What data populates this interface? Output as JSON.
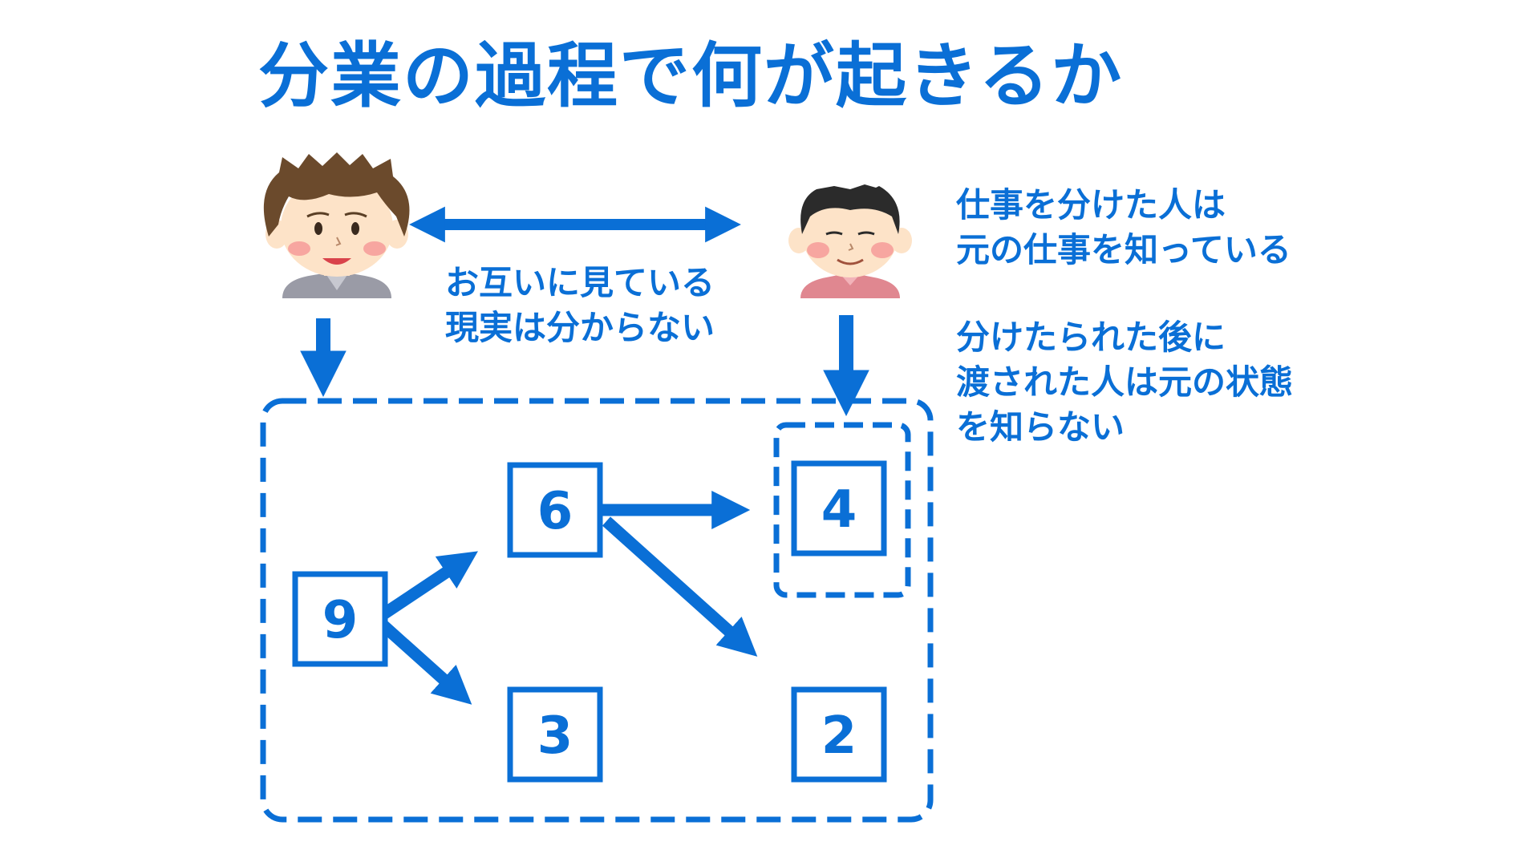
{
  "title": "分業の過程で何が起きるか",
  "middle_note": {
    "line1": "お互いに見ている",
    "line2": "現実は分からない"
  },
  "right_notes": {
    "note1": {
      "line1": "仕事を分けた人は",
      "line2": "元の仕事を知っている"
    },
    "note2": {
      "line1": "分けたられた後に",
      "line2": "渡された人は元の状態",
      "line3": "を知らない"
    }
  },
  "boxes": {
    "nine": "9",
    "six": "6",
    "four": "4",
    "three": "3",
    "two": "2"
  },
  "people": {
    "left": "person-with-brown-hair",
    "right": "person-with-black-hair"
  },
  "colors": {
    "accent": "#0a6fd6",
    "skin": "#fde3c8",
    "cheek": "#f7a6a0"
  }
}
